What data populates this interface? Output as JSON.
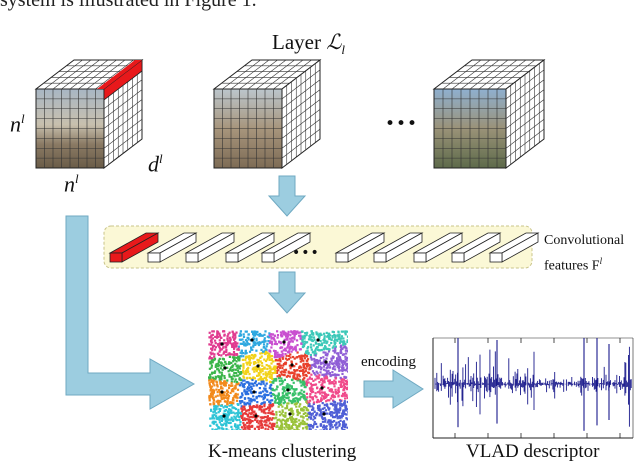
{
  "header_fragment": "system is illustrated in Figure 1.",
  "layer_label": {
    "word": "Layer",
    "symbol": "ℒ",
    "subscript": "l"
  },
  "dimension_labels": {
    "height": "n",
    "width": "n",
    "depth": "d",
    "superscript": "l"
  },
  "ellipsis": "•••",
  "conv_features_label": {
    "line1": "Convolutional",
    "line2": "features F",
    "superscript": "l"
  },
  "encoding_label": "encoding",
  "kmeans_label": "K-means clustering",
  "vlad_label": "VLAD descriptor",
  "colors": {
    "arrow_fill": "#9ccde0",
    "arrow_stroke": "#6fa9c2",
    "highlight_red": "#e8191b",
    "feature_panel_fill": "#fbf8d6",
    "feature_panel_border": "#c9c48a",
    "vlad_blue": "#1a1a8c"
  },
  "icons": {
    "flow_arrow": "down-arrow",
    "encoding_arrow": "right-arrow",
    "side_arrow": "bent-arrow"
  }
}
